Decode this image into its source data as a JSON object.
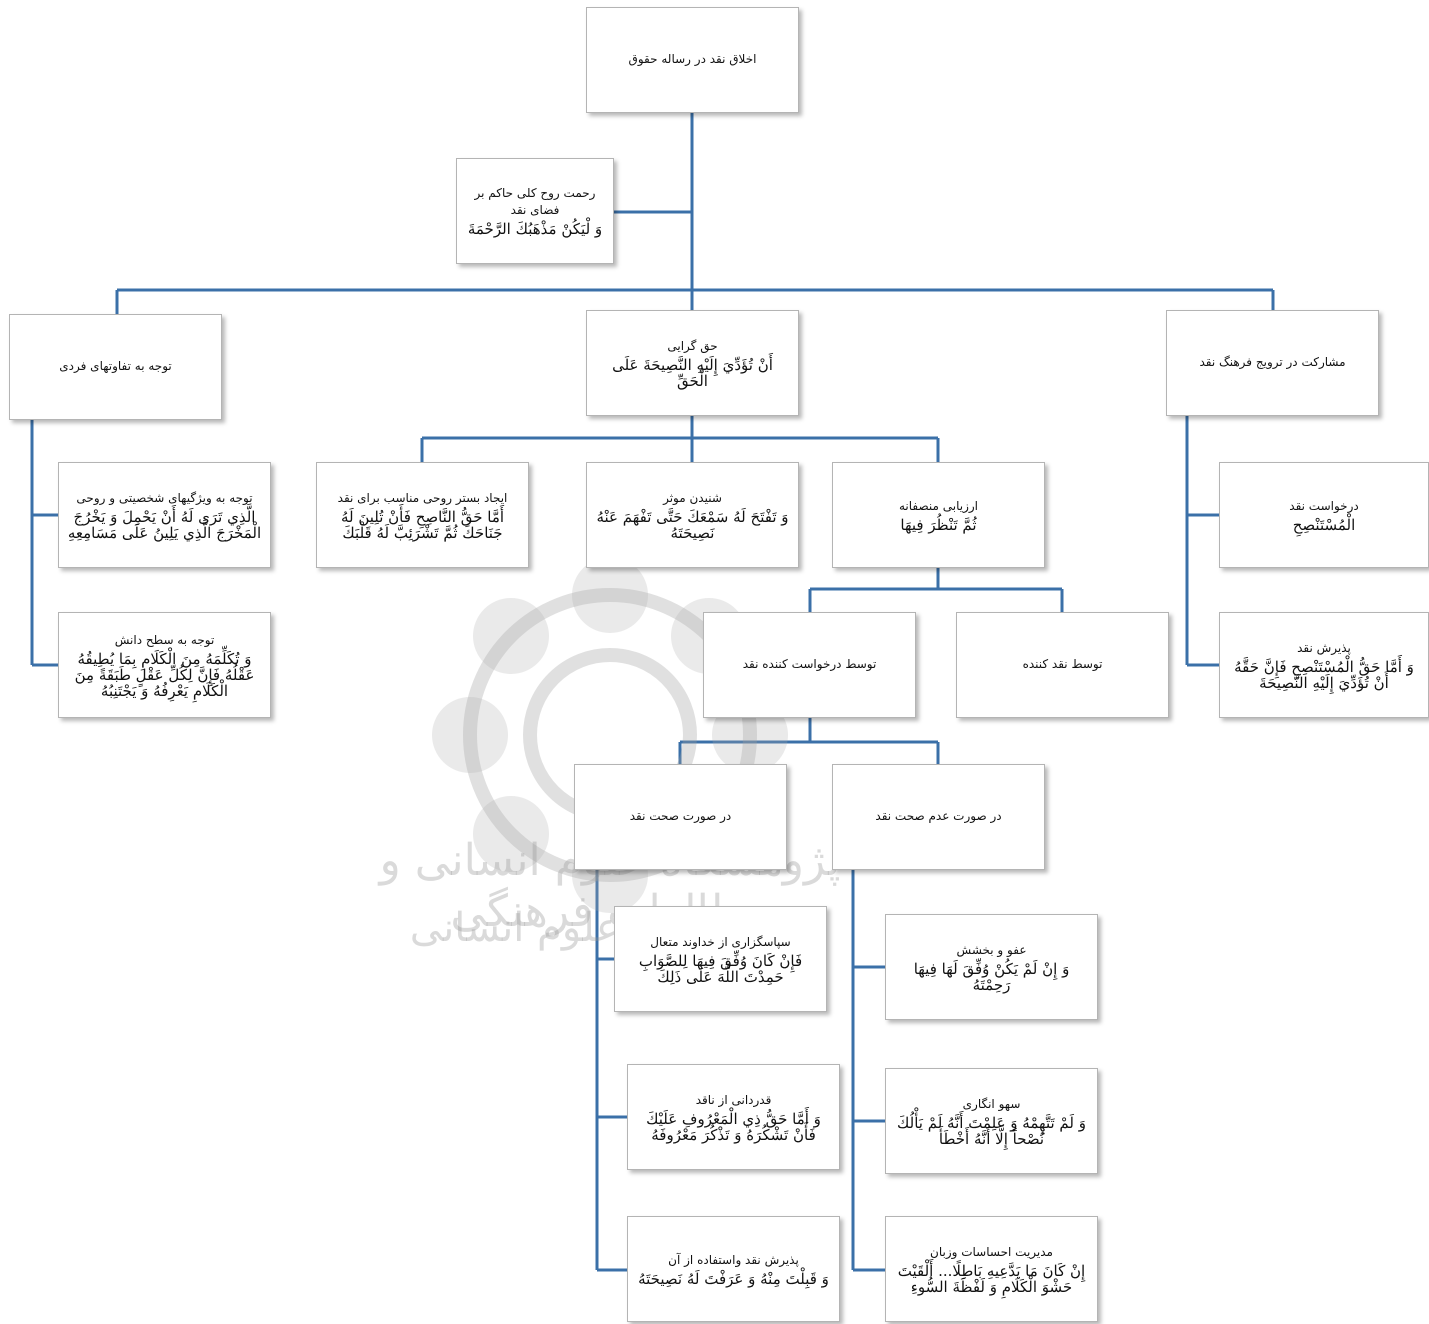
{
  "nodes": {
    "root": {
      "title": "اخلاق نقد در رساله حقوق"
    },
    "mercy": {
      "title": "رحمت روح کلی حاکم بر فضای نقد",
      "quote": "وَ لْيَكُنْ مَذْهَبُكَ الرَّحْمَةَ"
    },
    "individual": {
      "title": "توجه  به تفاوتهای فردی"
    },
    "truth": {
      "title": "حق گرایی",
      "quote": "أَنْ تُؤَدِّيَ إِلَيْهِ النَّصِيحَةَ عَلَى الْحَقِّ"
    },
    "culture": {
      "title": "مشارکت در ترویج فرهنگ نقد"
    },
    "personality": {
      "title": "توجه به ویژگیهای شخصیتی  و روحی",
      "quote": "الَّذِي تَرَى لَهُ أَنْ يَحْمِلَ وَ يَخْرُجَ الْمَخْرَجَ الَّذِي يَلِينُ عَلَى مَسَامِعِهِ"
    },
    "knowledge": {
      "title": "توجه به سطح دانش",
      "quote": "وَ تُكَلِّمَهُ مِنَ الْكَلَامِ بِمَا يُطِيقُهُ عَقْلُهُ فَإِنَّ لِكُلِّ عَقْلٍ طَبَقَةً مِنَ الْكَلَامِ يَعْرِفُهُ وَ يَجْتَنِبُهُ"
    },
    "spirit": {
      "title": "ایجاد بستر روحی مناسب برای نقد",
      "quote": "أَمَّا حَقُّ النَّاصِحِ فَأَنْ تُلِينَ لَهُ جَنَاحَكَ ثُمَّ تَشْرَئِبَّ لَهُ قَلْبَكَ"
    },
    "listening": {
      "title": "شنیدن موثر",
      "quote": "وَ تَفْتَحَ لَهُ سَمْعَكَ حَتَّى تَفْهَمَ عَنْهُ نَصِيحَتَهُ"
    },
    "fair": {
      "title": "ارزیابی منصفانه",
      "quote": "ثُمَّ تَنْظُرَ فِيهَا"
    },
    "request": {
      "title": "درخواست نقد",
      "quote": "الْمُسْتَنْصِحِ"
    },
    "accept": {
      "title": "پذیرش نقد",
      "quote": "وَ أَمَّا حَقُّ الْمُسْتَنْصِحِ فَإِنَّ حَقَّهُ أَنْ تُؤَدِّيَ إِلَيْهِ النَّصِيحَةَ"
    },
    "by_requester": {
      "title": "توسط درخواست کننده نقد"
    },
    "by_critic": {
      "title": "توسط نقد کننده"
    },
    "correct": {
      "title": "در صورت صحت نقد"
    },
    "incorrect": {
      "title": "در صورت عدم صحت نقد"
    },
    "gratitude_god": {
      "title": "سپاسگزاری از خداوند متعال",
      "quote": "فَإِنْ كَانَ وُفِّقَ فِيهَا لِلصَّوَابِ حَمِدْتَ اللَّهَ عَلَى ذَلِكَ"
    },
    "gratitude_critic": {
      "title": "قدردانی از ناقد",
      "quote": "وَ أَمَّا حَقُّ ذِي الْمَعْرُوفِ عَلَيْكَ فَأَنْ تَشْكُرَهُ وَ تَذْكُرَ مَعْرُوفَهُ"
    },
    "use": {
      "title": "پذیرش نقد واستفاده از آن",
      "quote": "وَ قَبِلْتَ مِنْهُ وَ عَرَفْتَ لَهُ نَصِيحَتَهُ"
    },
    "forgive": {
      "title": "عفو و بخشش",
      "quote": "وَ إِنْ لَمْ يَكُنْ وُفِّقَ لَهَا فِيهَا رَحِمْتَهُ"
    },
    "mistake": {
      "title": "سهو انگاری",
      "quote": "وَ لَمْ تَتَّهِمْهُ وَ عَلِمْتَ أَنَّهُ لَمْ يَأْلُكَ نُصْحاً إِلَّا أَنَّهُ أَخْطَأَ"
    },
    "emotions": {
      "title": "مدیریت احساسات وزبان",
      "quote": "إِنْ كَانَ مَا يَدَّعِيهِ بَاطِلًا... أَلْقَيْتَ حَشْوَ الْكَلَامِ وَ لَفْظَةَ السُّوءِ"
    }
  },
  "watermark": {
    "line1": "پژوهشگاه علوم انسانی و مطالعات فرهنگی",
    "line2": "پرتال جامع علوم انسانی"
  },
  "colors": {
    "connector": "#3b70a8",
    "box_border": "#b4b4b4"
  }
}
